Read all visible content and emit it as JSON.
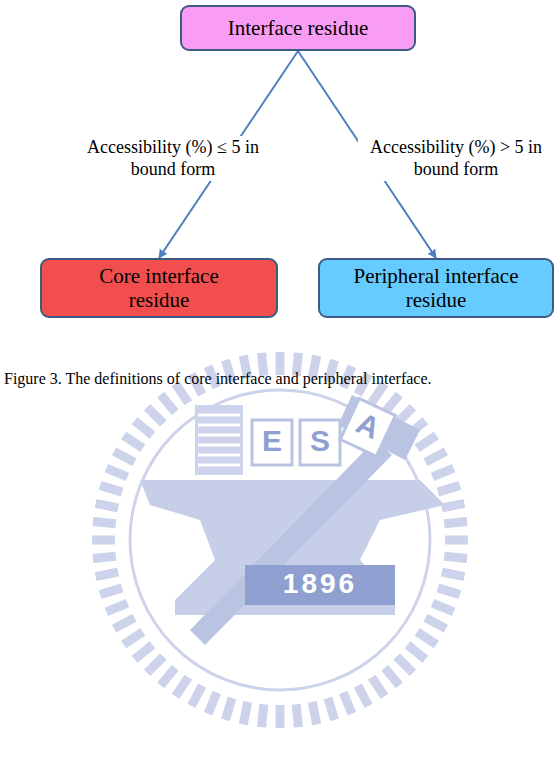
{
  "diagram": {
    "caption": "Figure 3. The definitions of core interface and peripheral interface.",
    "nodes": [
      {
        "text": [
          "Interface residue"
        ]
      },
      {
        "text": [
          "Core interface residue"
        ]
      },
      {
        "text": [
          "Peripheral interface residue"
        ]
      }
    ],
    "edges": [
      {
        "from": 0,
        "to": 1,
        "arrow": "to",
        "label": "Accessibility (%) ≤ 5 in bound form"
      },
      {
        "from": 0,
        "to": 2,
        "arrow": "to",
        "label": "Accessibility (%) > 5 in bound form"
      }
    ],
    "labels": [
      "E",
      "S",
      "A",
      "1896"
    ]
  }
}
